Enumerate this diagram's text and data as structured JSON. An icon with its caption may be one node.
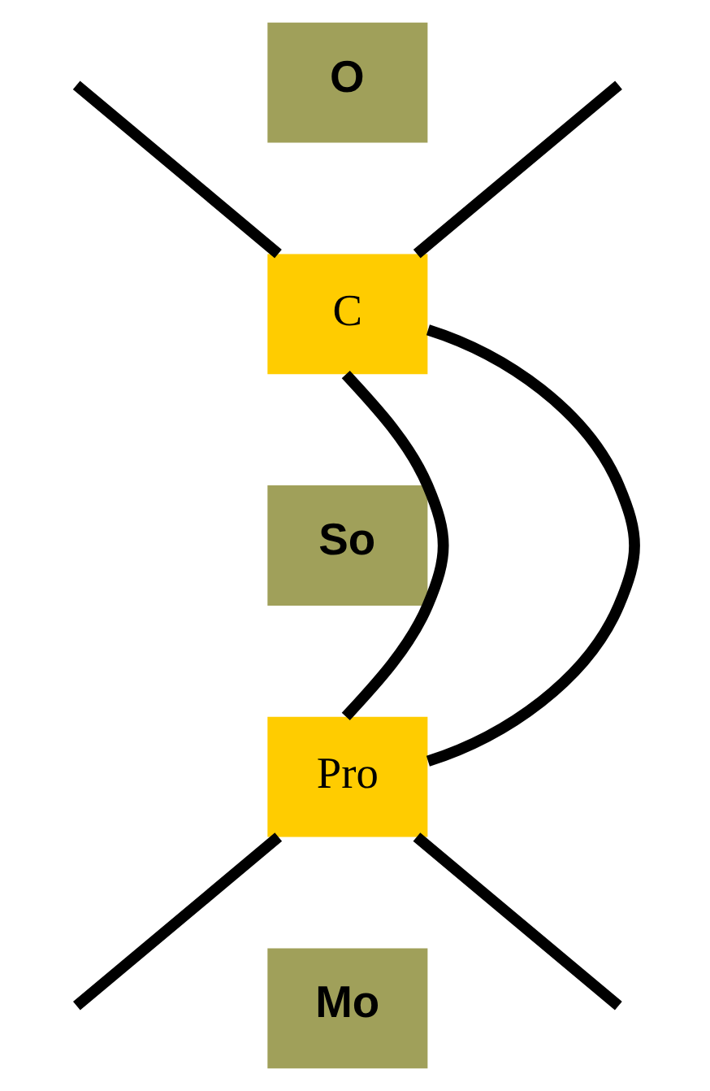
{
  "diagram": {
    "nodes": [
      {
        "text": [
          "O"
        ]
      },
      {
        "text": [
          "C"
        ]
      },
      {
        "text": [
          "So"
        ]
      },
      {
        "text": [
          "Pro"
        ]
      },
      {
        "text": [
          "Mo"
        ]
      }
    ],
    "edges": [
      {
        "from": null,
        "to": 1,
        "arrow": "none"
      },
      {
        "from": null,
        "to": 1,
        "arrow": "none"
      },
      {
        "from": 1,
        "to": 3,
        "arrow": "none"
      },
      {
        "from": 1,
        "to": 3,
        "arrow": "none"
      },
      {
        "from": 3,
        "to": null,
        "arrow": "none"
      },
      {
        "from": 3,
        "to": null,
        "arrow": "none"
      }
    ]
  }
}
